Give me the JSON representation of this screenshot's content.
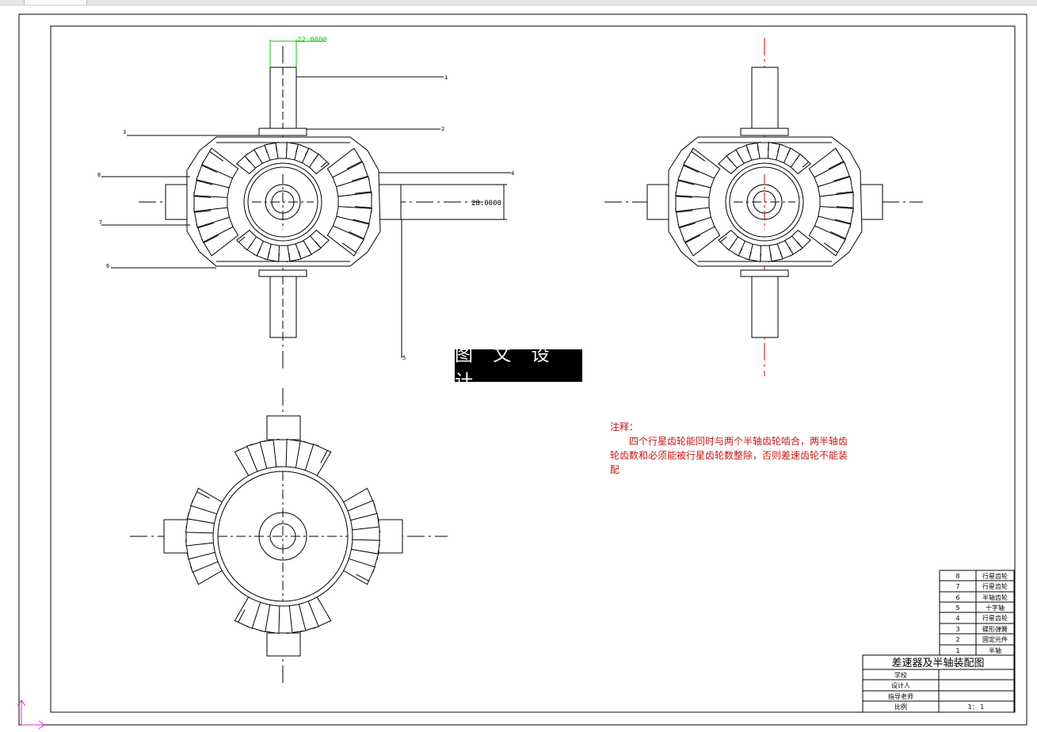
{
  "tab": {
    "label": ""
  },
  "dimensions": {
    "top_width": "22.0000",
    "right_length": "28.0000"
  },
  "leaders": [
    "1",
    "2",
    "3",
    "4",
    "5",
    "6",
    "7",
    "8"
  ],
  "watermark": "图 文 设 计",
  "notes": {
    "title": "注释：",
    "body": "四个行星齿轮能同时与两个半轴齿轮啮合，两半轴齿轮齿数和必须能被行星齿轮数整除，否则差速齿轮不能装配"
  },
  "parts_list": [
    {
      "no": "8",
      "name": "行星齿轮"
    },
    {
      "no": "7",
      "name": "行星齿轮"
    },
    {
      "no": "6",
      "name": "半轴齿轮"
    },
    {
      "no": "5",
      "name": "十字轴"
    },
    {
      "no": "4",
      "name": "行星齿轮"
    },
    {
      "no": "3",
      "name": "碟形弹簧"
    },
    {
      "no": "2",
      "name": "固定元件"
    },
    {
      "no": "1",
      "name": "半轴"
    }
  ],
  "title_block": {
    "title": "差速器及半轴装配图",
    "school_label": "学校",
    "designer_label": "设计人",
    "advisor_label": "指导老师",
    "scale_label": "比例",
    "scale_value": "1： 1"
  },
  "colors": {
    "lines": "#000000",
    "dimension": "#00cc00",
    "centerline_red": "#e00000",
    "notes": "#c81414",
    "ucs": "#cc33cc"
  }
}
